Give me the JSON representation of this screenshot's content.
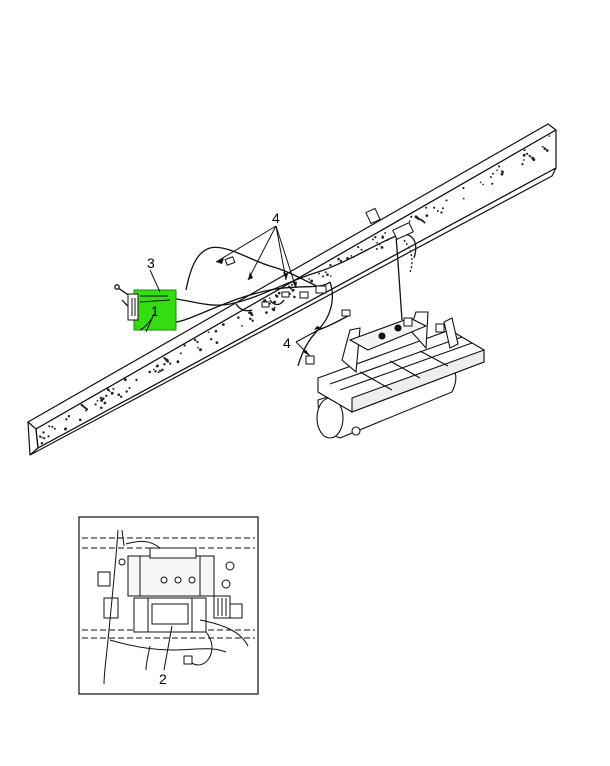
{
  "callouts": {
    "c1": "1",
    "c2": "2",
    "c3": "3",
    "c4_upper": "4",
    "c4_lower": "4"
  },
  "colors": {
    "highlight": "#33dd11",
    "line": "#111111",
    "background": "#ffffff"
  }
}
